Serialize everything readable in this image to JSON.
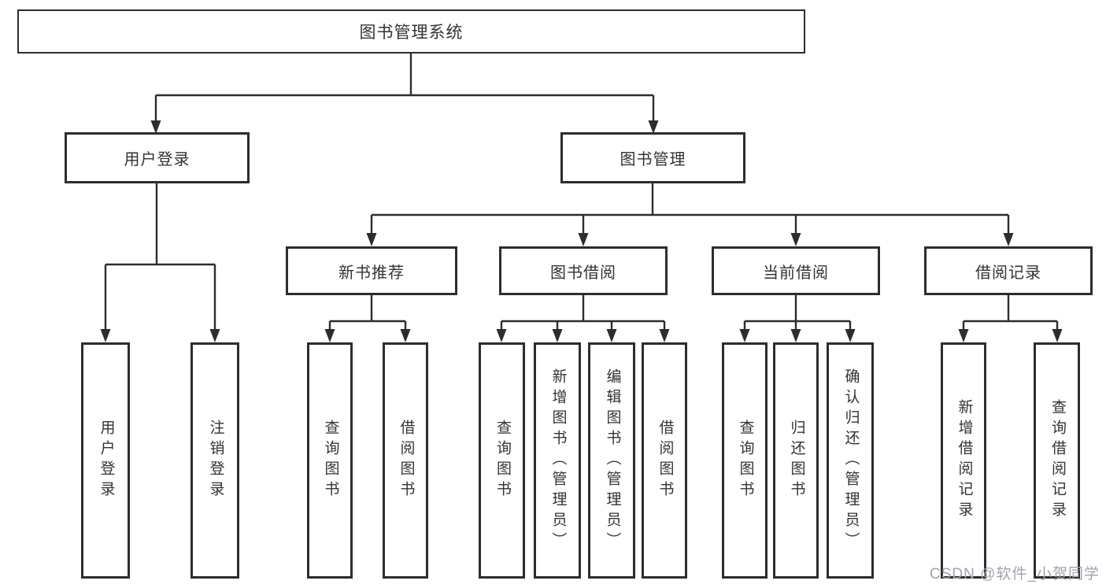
{
  "diagram": {
    "title": "图书管理系统",
    "level2": [
      {
        "label": "用户登录",
        "children": [
          {
            "label": "用户登录"
          },
          {
            "label": "注销登录"
          }
        ]
      },
      {
        "label": "图书管理",
        "children": [
          {
            "label": "新书推荐",
            "children": [
              {
                "label": "查询图书"
              },
              {
                "label": "借阅图书"
              }
            ]
          },
          {
            "label": "图书借阅",
            "children": [
              {
                "label": "查询图书"
              },
              {
                "label": "新增图书（管理员）"
              },
              {
                "label": "编辑图书（管理员）"
              },
              {
                "label": "借阅图书"
              }
            ]
          },
          {
            "label": "当前借阅",
            "children": [
              {
                "label": "查询图书"
              },
              {
                "label": "归还图书"
              },
              {
                "label": "确认归还（管理员）"
              }
            ]
          },
          {
            "label": "借阅记录",
            "children": [
              {
                "label": "新增借阅记录"
              },
              {
                "label": "查询借阅记录"
              }
            ]
          }
        ]
      }
    ]
  },
  "watermark": {
    "text": "CSDN @软件_小贺同学"
  },
  "colors": {
    "line": "#2d2d2d",
    "text": "#333333",
    "watermark": "#a2a3ae",
    "background": "#ffffff"
  }
}
